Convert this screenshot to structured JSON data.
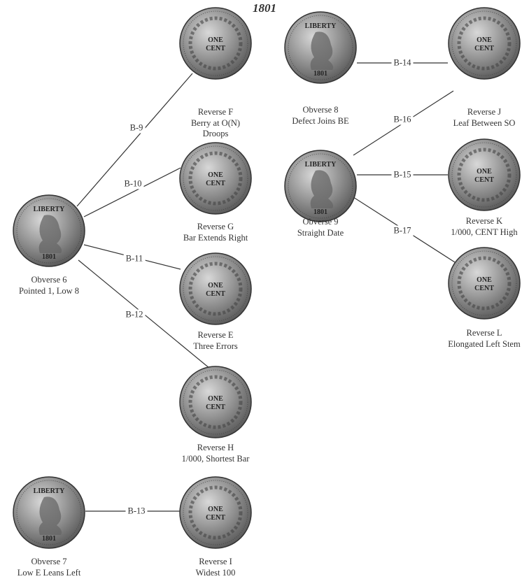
{
  "title": "1801",
  "obverses": [
    {
      "id": "obv6",
      "lines": [
        "Obverse 6",
        "Pointed 1, Low 8"
      ]
    },
    {
      "id": "obv7",
      "lines": [
        "Obverse 7",
        "Low E Leans Left"
      ]
    },
    {
      "id": "obv8",
      "lines": [
        "Obverse 8",
        "Defect Joins BE"
      ]
    },
    {
      "id": "obv9",
      "lines": [
        "Obverse 9",
        "Straight Date"
      ]
    }
  ],
  "reverses": [
    {
      "id": "revF",
      "lines": [
        "Reverse F",
        "Berry at O(N)",
        "Droops"
      ]
    },
    {
      "id": "revG",
      "lines": [
        "Reverse G",
        "Bar Extends Right"
      ]
    },
    {
      "id": "revE",
      "lines": [
        "Reverse E",
        "Three Errors"
      ]
    },
    {
      "id": "revH",
      "lines": [
        "Reverse H",
        "1/000, Shortest Bar"
      ]
    },
    {
      "id": "revI",
      "lines": [
        "Reverse I",
        "Widest 100"
      ]
    },
    {
      "id": "revJ",
      "lines": [
        "Reverse J",
        "Leaf Between SO"
      ]
    },
    {
      "id": "revK",
      "lines": [
        "Reverse K",
        "1/000, CENT High"
      ]
    },
    {
      "id": "revL",
      "lines": [
        "Reverse L",
        "Elongated Left Stem"
      ]
    }
  ],
  "varieties": [
    "B-9",
    "B-10",
    "B-11",
    "B-12",
    "B-13",
    "B-14",
    "B-15",
    "B-16",
    "B-17"
  ],
  "coin_text": {
    "obverse_top": "LIBERTY",
    "obverse_date": "1801",
    "reverse_one": "ONE",
    "reverse_cent": "CENT"
  },
  "colors": {
    "line": "#333333",
    "coin_light": "#d8d8d8",
    "coin_dark": "#555555"
  }
}
